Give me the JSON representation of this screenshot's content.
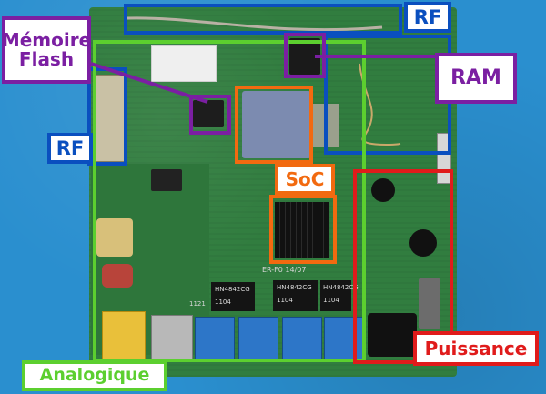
{
  "labels": {
    "rf_top": "RF",
    "rf_left": "RF",
    "memoire_flash_line1": "Mémoire",
    "memoire_flash_line2": "Flash",
    "ram": "RAM",
    "soc": "SoC",
    "analogique": "Analogique",
    "puissance": "Puissance"
  },
  "board_print": {
    "chip1": "HN4842CG",
    "chip2": "HN4842CG",
    "chip3": "HN4842CG",
    "code1": "1104",
    "code2": "1104",
    "code3": "1104",
    "small": "1121",
    "bottom_code": "ER-F0 14/07"
  },
  "colors": {
    "blue": "#0a4fbf",
    "purple": "#7b1fa2",
    "green": "#5ccf2f",
    "orange": "#f26a10",
    "red": "#e01b1b",
    "pcb": "#2f7a3c"
  }
}
